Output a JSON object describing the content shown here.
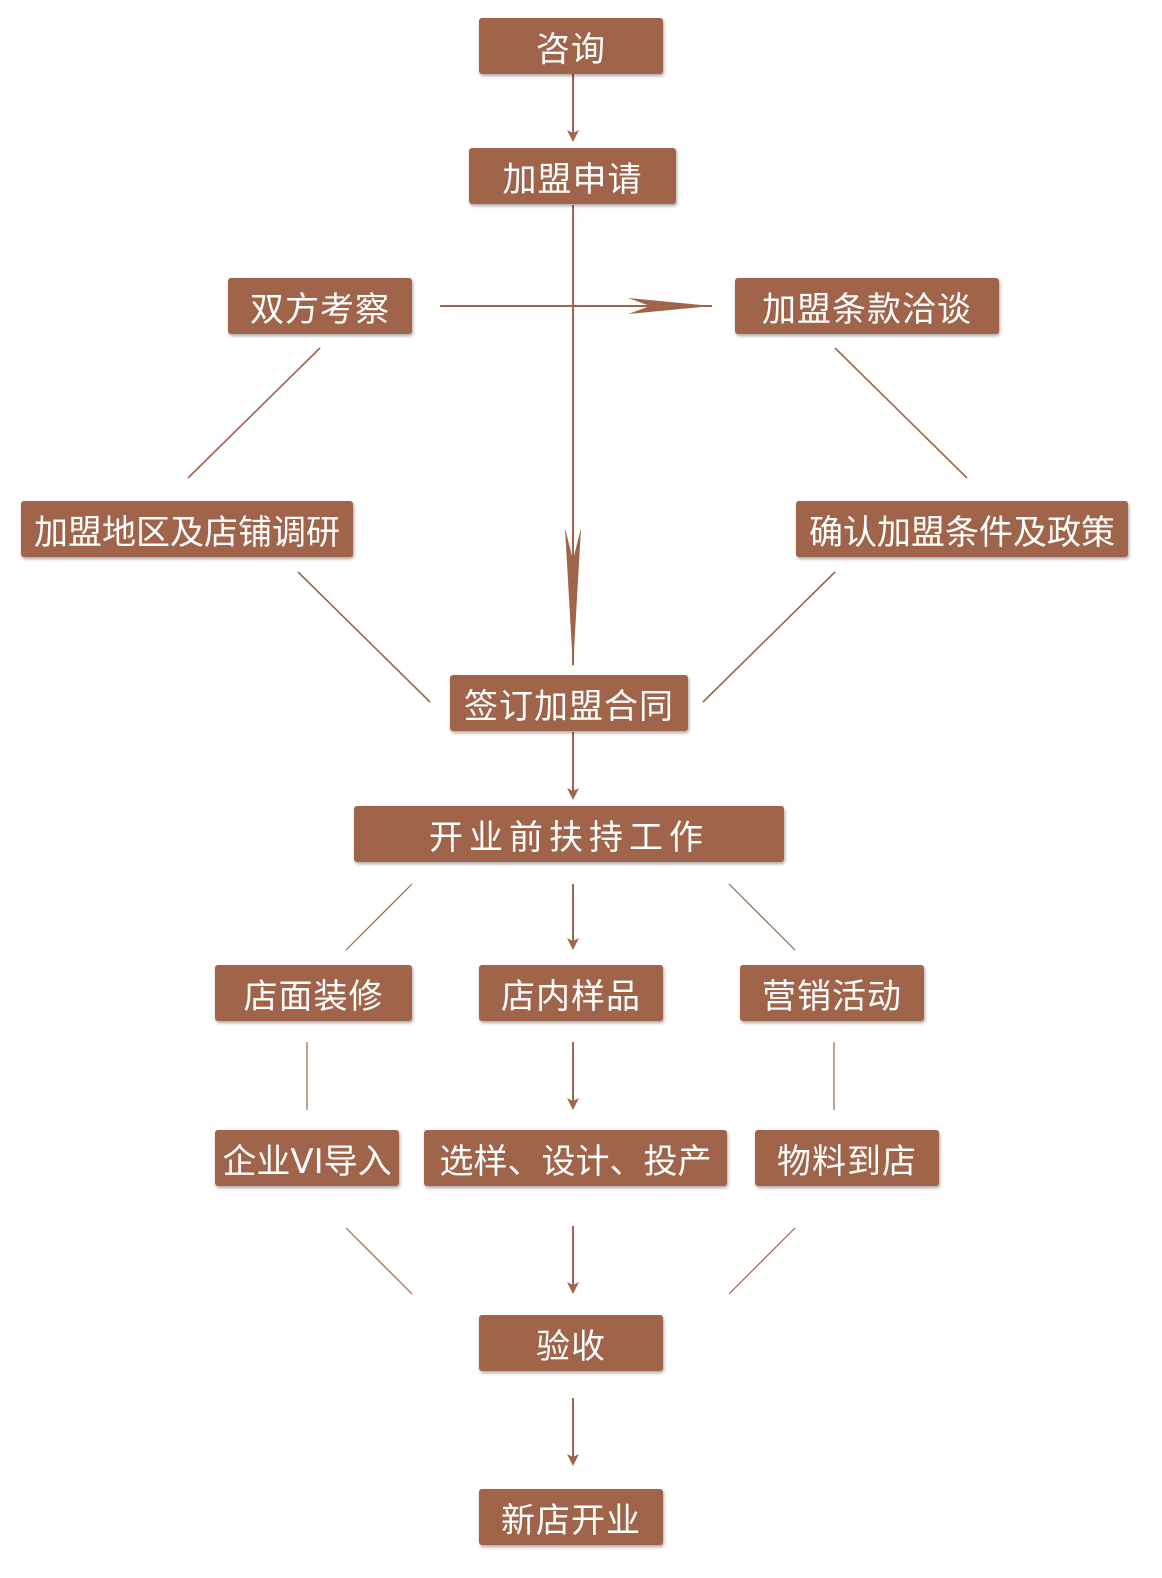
{
  "accent_color": "#a0644a",
  "line_color": "#a0644a",
  "nodes": {
    "consult": "咨询",
    "apply": "加盟申请",
    "inspect": "双方考察",
    "negotiate": "加盟条款洽谈",
    "research": "加盟地区及店铺调研",
    "confirm": "确认加盟条件及政策",
    "sign": "签订加盟合同",
    "support": "开业前扶持工作",
    "decor": "店面装修",
    "samples": "店内样品",
    "marketing": "营销活动",
    "vi": "企业VI导入",
    "design": "选样、设计、投产",
    "materials": "物料到店",
    "acceptance": "验收",
    "opening": "新店开业"
  }
}
